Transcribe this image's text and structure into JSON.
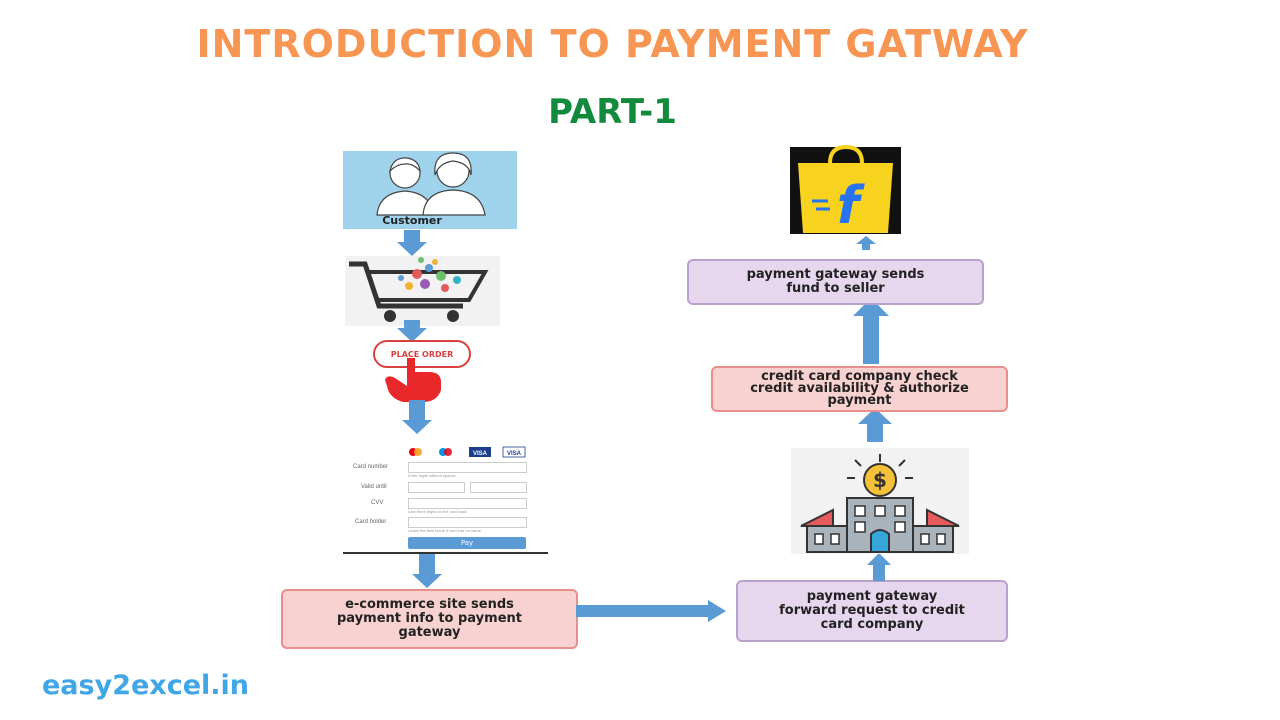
{
  "title": "INTRODUCTION TO PAYMENT GATWAY",
  "subtitle": "PART-1",
  "brand": "easy2excel.in",
  "colors": {
    "title": "#f79552",
    "subtitle": "#128a3c",
    "brand": "#41a6e6",
    "arrow": "#5b9bd5",
    "pink_box": "#f7d2d0",
    "lavender_box": "#e6d6ee"
  },
  "customer": {
    "label": "Customer"
  },
  "place_order": {
    "label": "PLACE ORDER"
  },
  "card_form": {
    "card_number_label": "Card number",
    "card_number_hint": "Enter digits without spaces",
    "valid_until_label": "Valid until",
    "cvv_label": "CVV",
    "cvv_hint": "Last three digits on the card back",
    "card_holder_label": "Card holder",
    "card_holder_hint": "Leave the field blank if card has no name",
    "pay_label": "Pay",
    "card_brands": [
      "mastercard",
      "maestro",
      "VISA",
      "VISA"
    ]
  },
  "steps": {
    "ecommerce": "e-commerce site sends payment info to payment gateway",
    "gateway_forward": "payment gateway forward request to credit card company",
    "card_company": "credit card company check credit availability & authorize payment",
    "gateway_fund": "payment gateway sends fund to seller"
  },
  "icons": {
    "customer": "customer-icon",
    "cart": "shopping-cart-icon",
    "hand": "hand-pointer-icon",
    "bank": "bank-icon",
    "seller": "shopping-bag-icon"
  }
}
